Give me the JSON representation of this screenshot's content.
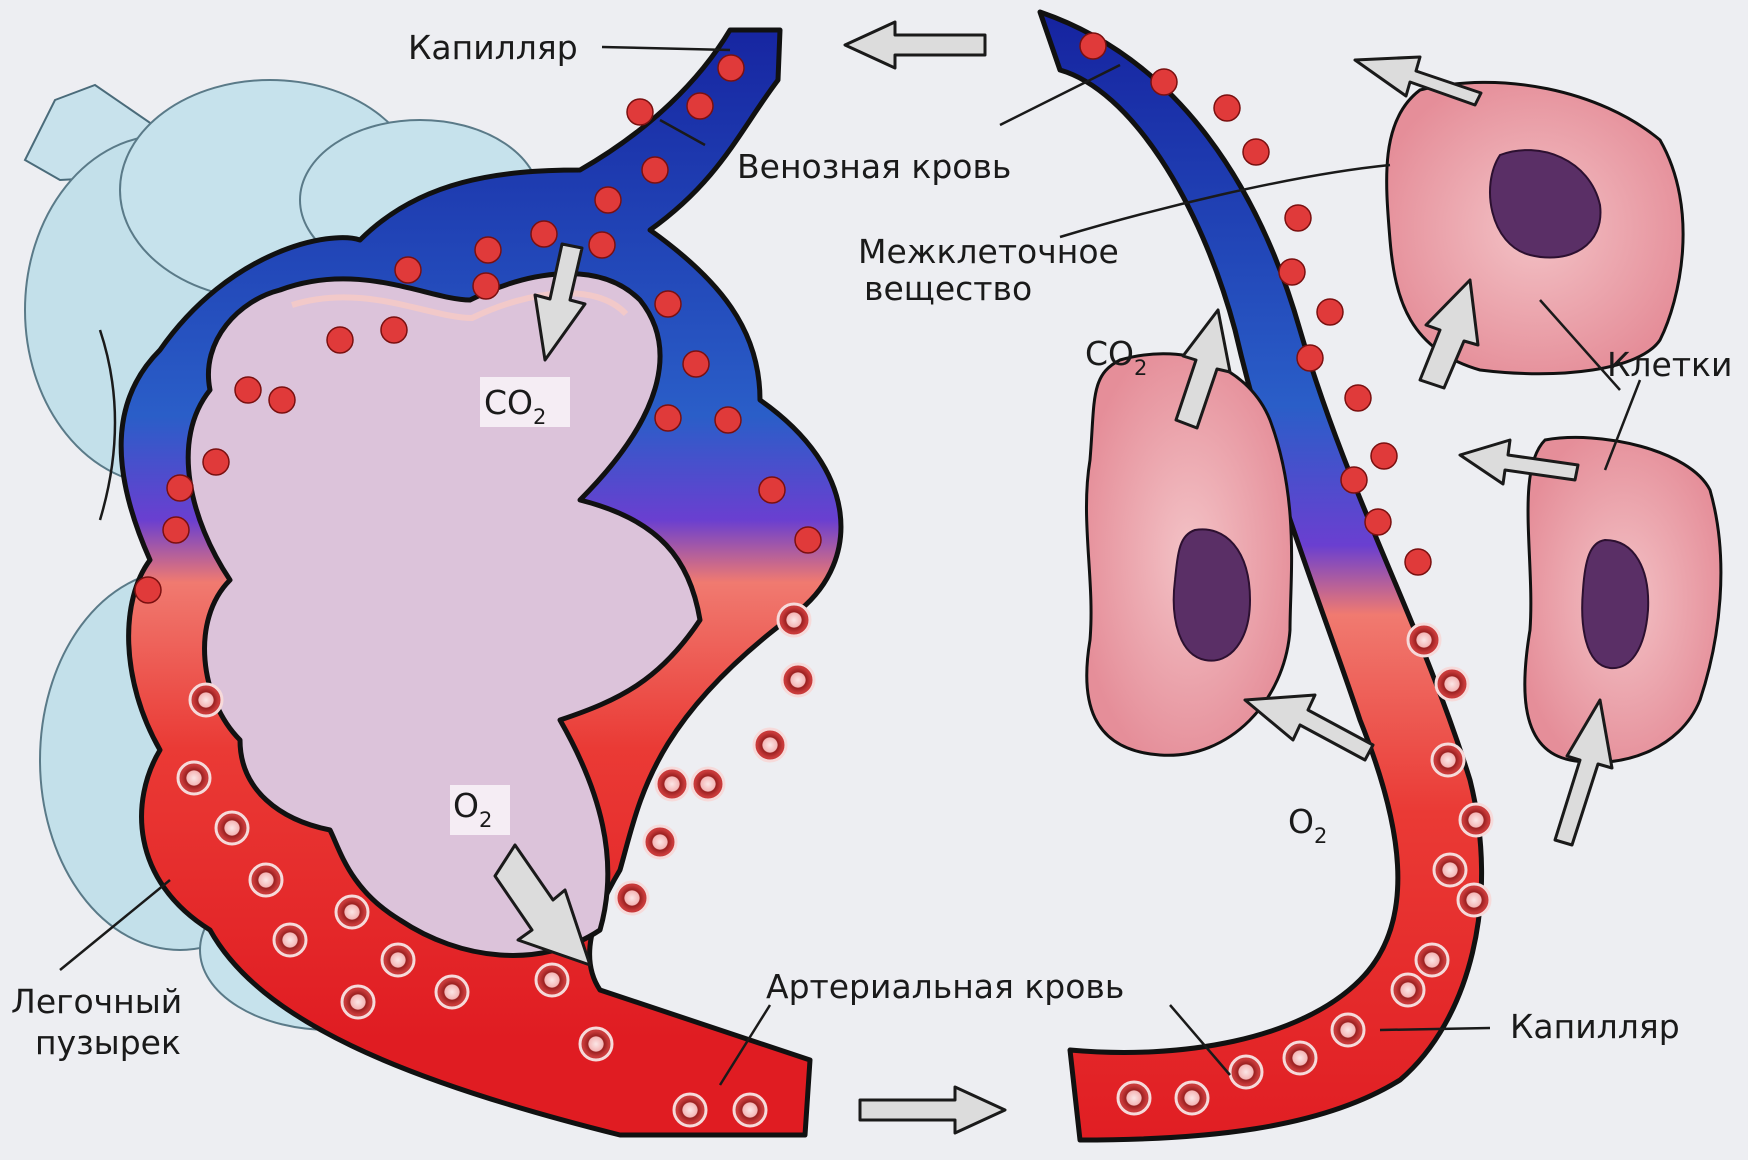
{
  "labels": {
    "capillary_left": "Капилляр",
    "venous_blood": "Венозная кровь",
    "intercellular_1": "Межклеточное",
    "intercellular_2": "вещество",
    "cells": "Клетки",
    "arterial_blood": "Артериальная кровь",
    "capillary_right": "Капилляр",
    "lung_vesicle_1": "Легочный",
    "lung_vesicle_2": "пузырек"
  },
  "gases": {
    "co2_main": "CO",
    "co2_sub": "2",
    "o2_main": "O",
    "o2_sub": "2"
  },
  "colors": {
    "venous": "#1a2fb8",
    "arterial": "#e8262b",
    "alveolus": "#dcc3da",
    "lung_tissue": "#c3e0ea",
    "cell": "#e79aa3",
    "nucleus": "#5a2f66"
  }
}
